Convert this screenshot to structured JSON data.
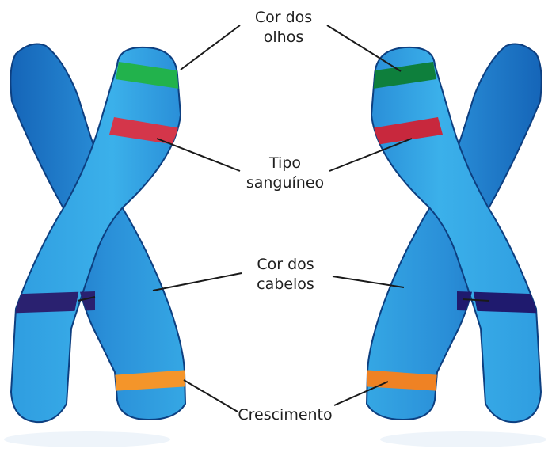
{
  "labels": {
    "eye_color": {
      "line1": "Cor dos",
      "line2": "olhos"
    },
    "blood_type": {
      "line1": "Tipo",
      "line2": "sanguíneo"
    },
    "hair_color": {
      "line1": "Cor dos",
      "line2": "cabelos"
    },
    "growth": {
      "line1": "Crescimento"
    }
  },
  "colors": {
    "chromosome_light": "#35a7e4",
    "chromosome_dark": "#1565b8",
    "outline": "#0d3f80",
    "eye_band_left": "#22b24c",
    "eye_band_right": "#0e7f3c",
    "blood_band": "#d4364a",
    "hair_band": "#2a2170",
    "growth_band": "#f4952a",
    "leader_line": "#1a1a1a"
  }
}
